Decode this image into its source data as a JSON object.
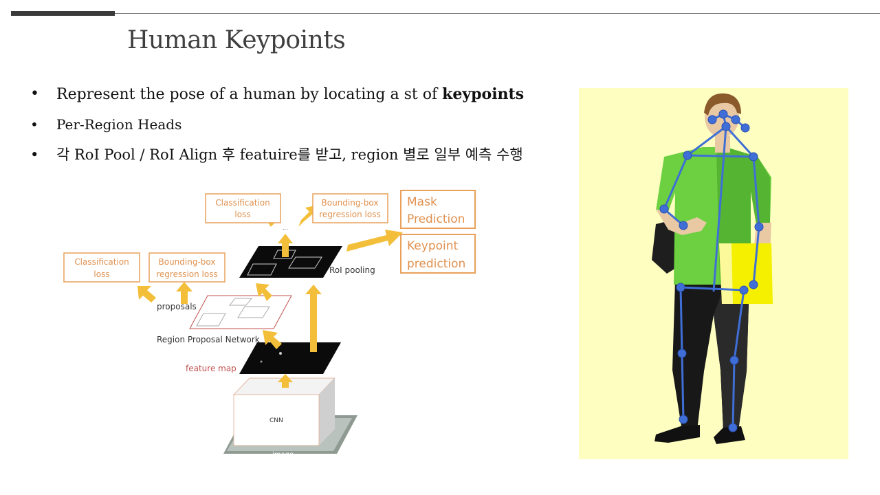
{
  "slide": {
    "title": "Human Keypoints",
    "bullets": [
      {
        "pre": "Represent the pose of a human by locating a st of ",
        "bold": "keypoints"
      },
      {
        "pre": "Per-Region Heads",
        "bold": ""
      },
      {
        "pre": "각 RoI Pool / RoI Align 후 featuire를 받고, region 별로 일부 예측 수행",
        "bold": ""
      }
    ],
    "bullet_glyph": "•"
  },
  "diagram": {
    "cls_loss_top": [
      "Classification",
      "loss"
    ],
    "bbox_loss_top": [
      "Bounding-box",
      "regression loss"
    ],
    "cls_loss_left": [
      "Classification",
      "loss"
    ],
    "bbox_loss_left": [
      "Bounding-box",
      "regression loss"
    ],
    "mask_head": [
      "Mask",
      "Prediction"
    ],
    "keypoint_head": [
      "Keypoint",
      "prediction"
    ],
    "ellipsis": "...",
    "roi_pooling": "RoI pooling",
    "proposals": "proposals",
    "rpn": "Region Proposal Network",
    "feature_map": "feature map",
    "cnn": "CNN",
    "image": "image",
    "colors": {
      "orange": "#e8a05a",
      "arrow": "#f3bf3a",
      "red": "#c0504d"
    }
  },
  "figure": {
    "background": "#fefec0",
    "shirt": "#6cd040",
    "skeleton": "#3f6fd6"
  }
}
